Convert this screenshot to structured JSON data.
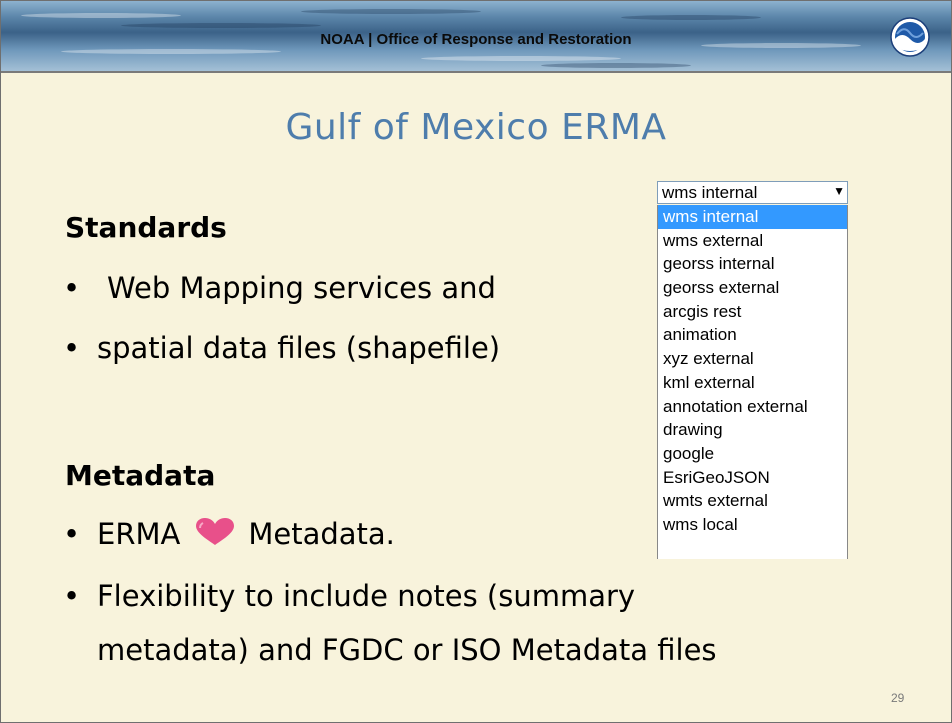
{
  "banner": {
    "text": "NOAA | Office of Response and Restoration",
    "logo_icon": "noaa-logo-icon"
  },
  "title": "Gulf of Mexico ERMA",
  "sections": {
    "standards": {
      "heading": "Standards",
      "bullets": [
        "Web Mapping services and",
        "spatial data files (shapefile)"
      ]
    },
    "metadata": {
      "heading": "Metadata",
      "bullet1_before": "ERMA",
      "bullet1_icon": "heart-icon",
      "bullet1_after": "Metadata.",
      "bullet2_line1": "Flexibility to include notes (summary",
      "bullet2_line2": "metadata) and FGDC or ISO Metadata files"
    }
  },
  "dropdown": {
    "selected": "wms internal",
    "options": [
      "wms internal",
      "wms external",
      "georss internal",
      "georss external",
      "arcgis rest",
      "animation",
      "xyz external",
      "kml external",
      "annotation external",
      "drawing",
      "google",
      "EsriGeoJSON",
      "wmts external",
      "wms local"
    ]
  },
  "page_number": "29",
  "colors": {
    "title": "#4e7dac",
    "background": "#f8f3dc",
    "selection": "#3399ff",
    "heart": "#e8508a"
  }
}
